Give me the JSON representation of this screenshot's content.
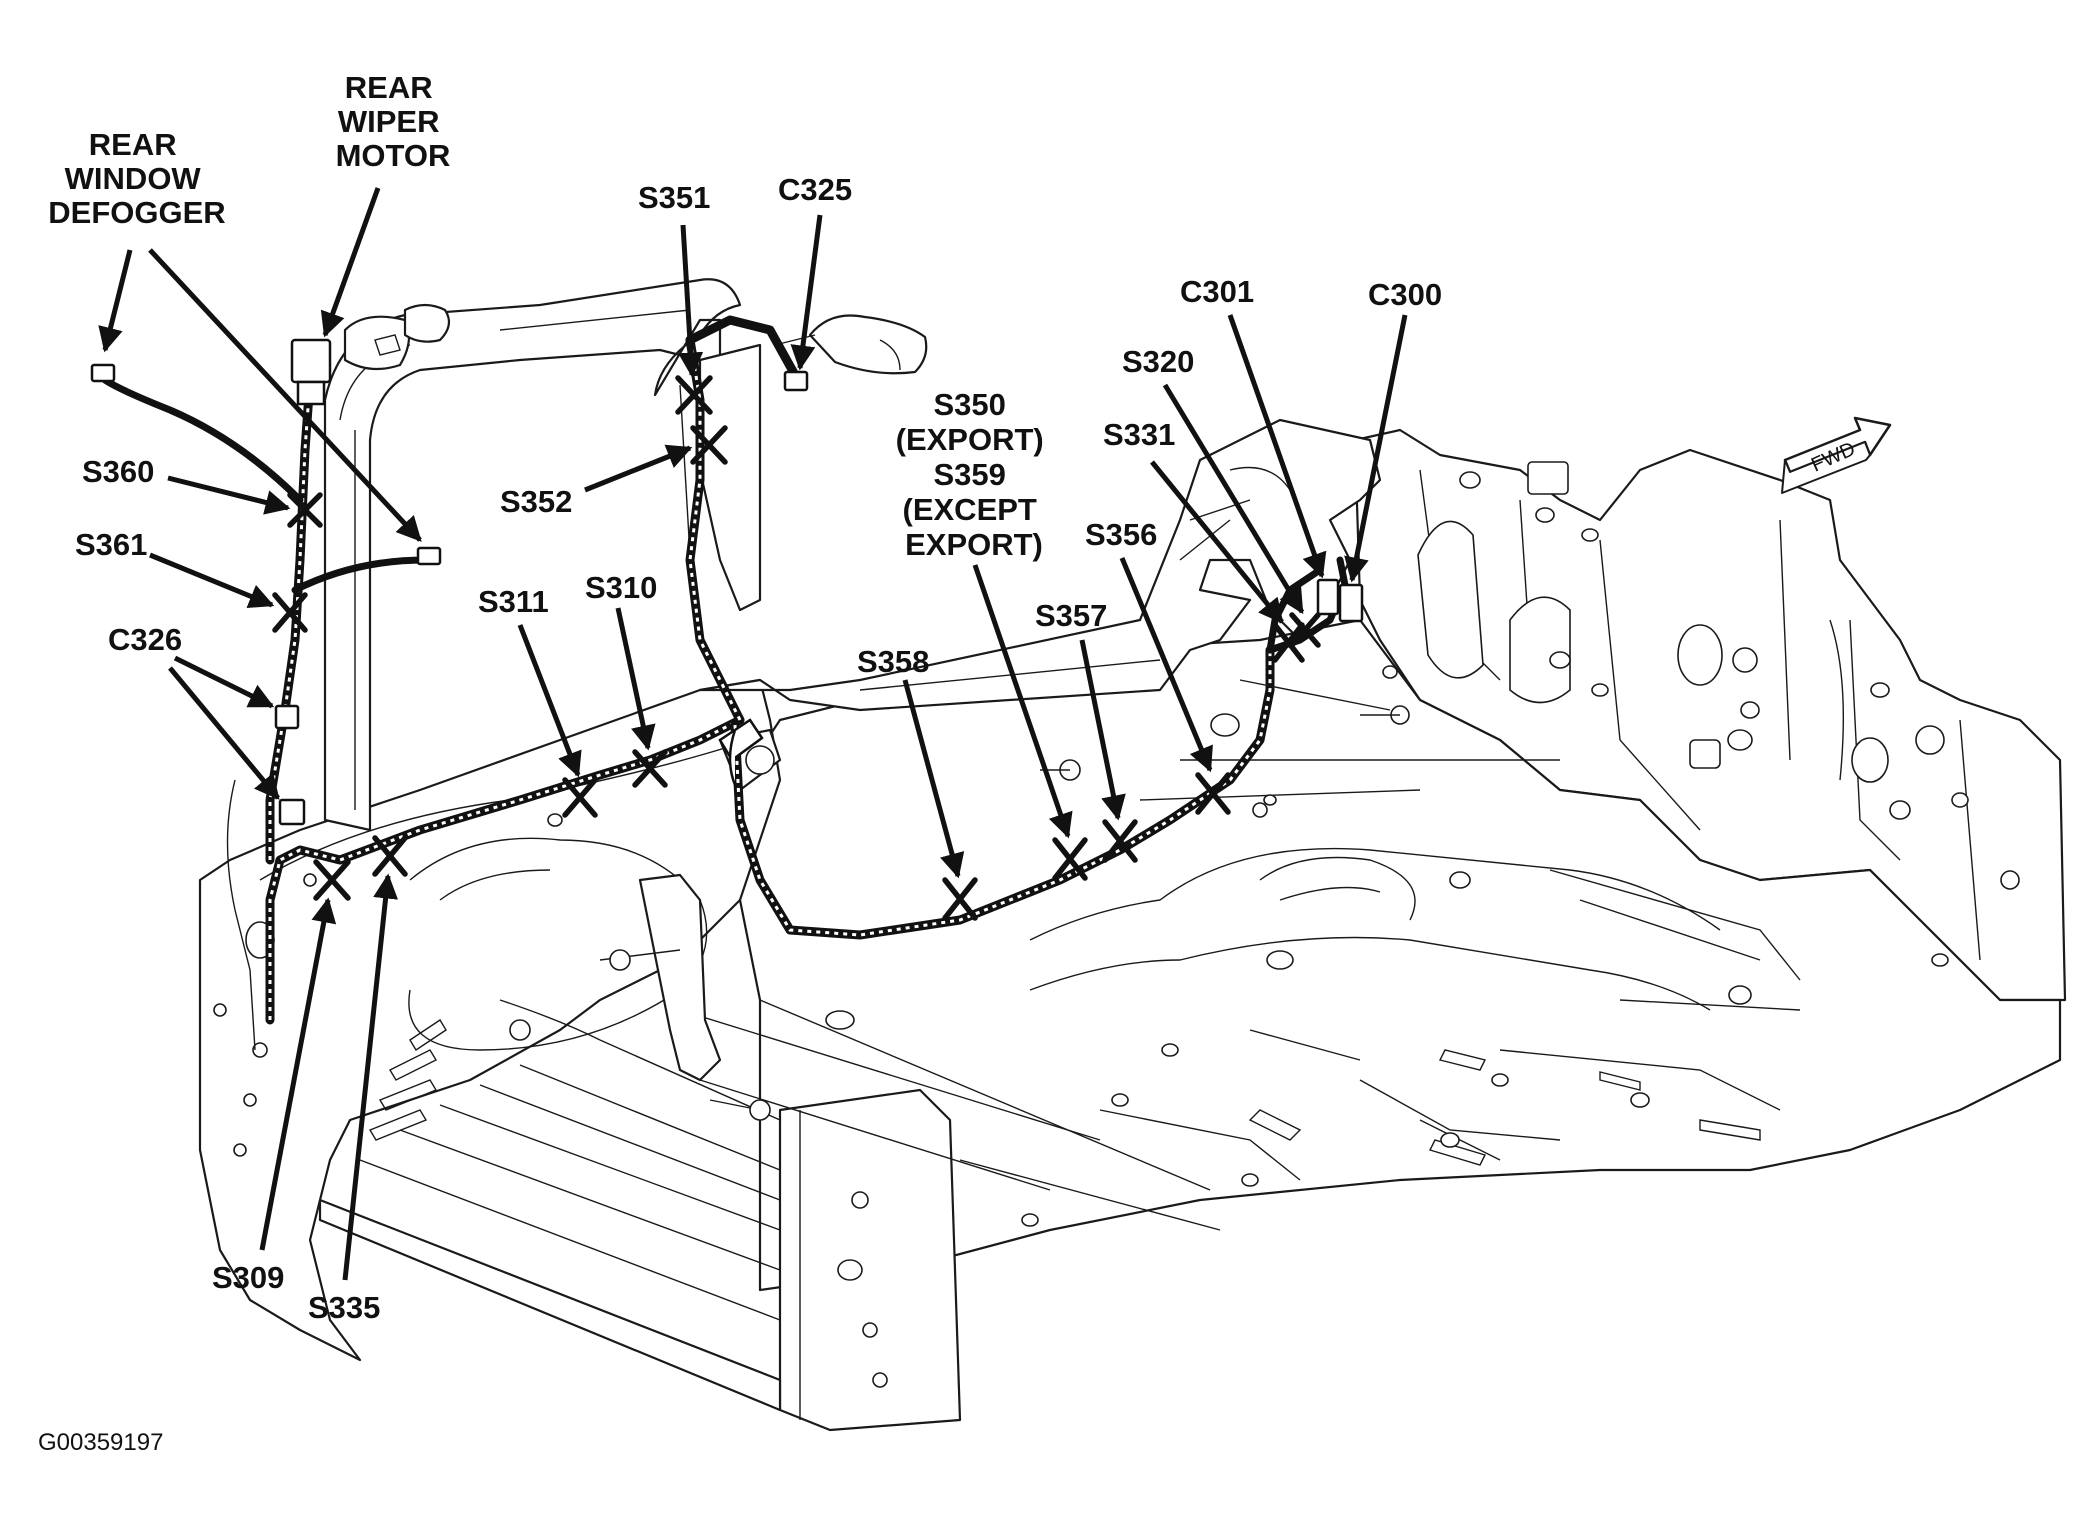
{
  "labels": {
    "rear_window_defogger": [
      "REAR",
      "WINDOW",
      "DEFOGGER"
    ],
    "rear_wiper_motor": [
      "REAR",
      "WIPER",
      "MOTOR"
    ],
    "s360": "S360",
    "s361": "S361",
    "c326": "C326",
    "s351": "S351",
    "c325": "C325",
    "s352": "S352",
    "s311": "S311",
    "s310": "S310",
    "s350_s359": [
      "S350",
      "(EXPORT)",
      "S359",
      "(EXCEPT",
      "EXPORT)"
    ],
    "s358": "S358",
    "s357": "S357",
    "s356": "S356",
    "c301": "C301",
    "c300": "C300",
    "s320": "S320",
    "s331": "S331",
    "s309": "S309",
    "s335": "S335",
    "fwd": "FWD",
    "figure_code": "G00359197"
  },
  "splice_marks": [
    "S360",
    "S361",
    "S351",
    "S352",
    "S311",
    "S310",
    "S358",
    "S350/S359",
    "S357",
    "S356",
    "S331",
    "S320",
    "S309",
    "S335"
  ],
  "connectors": [
    "C326",
    "C325",
    "C301",
    "C300",
    "REAR WINDOW DEFOGGER",
    "REAR WIPER MOTOR"
  ]
}
